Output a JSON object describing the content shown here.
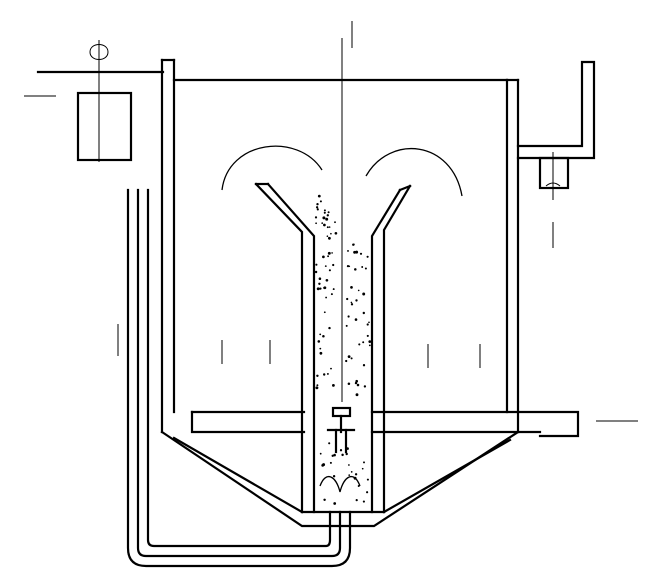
{
  "diagram": {
    "type": "technical-line-drawing",
    "labels": [],
    "colors": {
      "line": "#000000",
      "background": "#ffffff"
    },
    "particles": {
      "riser_left_column": 42,
      "riser_right_column": 40,
      "bottom_zone": 26,
      "top_spray": 14
    }
  }
}
